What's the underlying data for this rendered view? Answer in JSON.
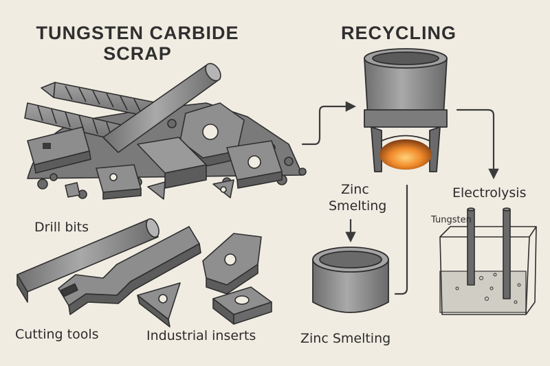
{
  "titles": {
    "scrap_line1": "TUNGSTEN CARBIDE",
    "scrap_line2": "SCRAP",
    "recycling": "RECYCLING"
  },
  "labels": {
    "drill_bits": "Drill bits",
    "cutting_tools": "Cutting tools",
    "industrial_inserts": "Industrial inserts",
    "zinc_smelting_top_line1": "Zinc",
    "zinc_smelting_top_line2": "Smelting",
    "zinc_smelting_bottom": "Zinc Smelting",
    "electrolysis": "Electrolysis",
    "tungsten": "Tungsten"
  },
  "colors": {
    "background": "#f1ece2",
    "metal_fill": "#8d8d8d",
    "metal_dark": "#5c5c5c",
    "outline": "#2e2e2e",
    "furnace_glow": "#f08a2a"
  }
}
